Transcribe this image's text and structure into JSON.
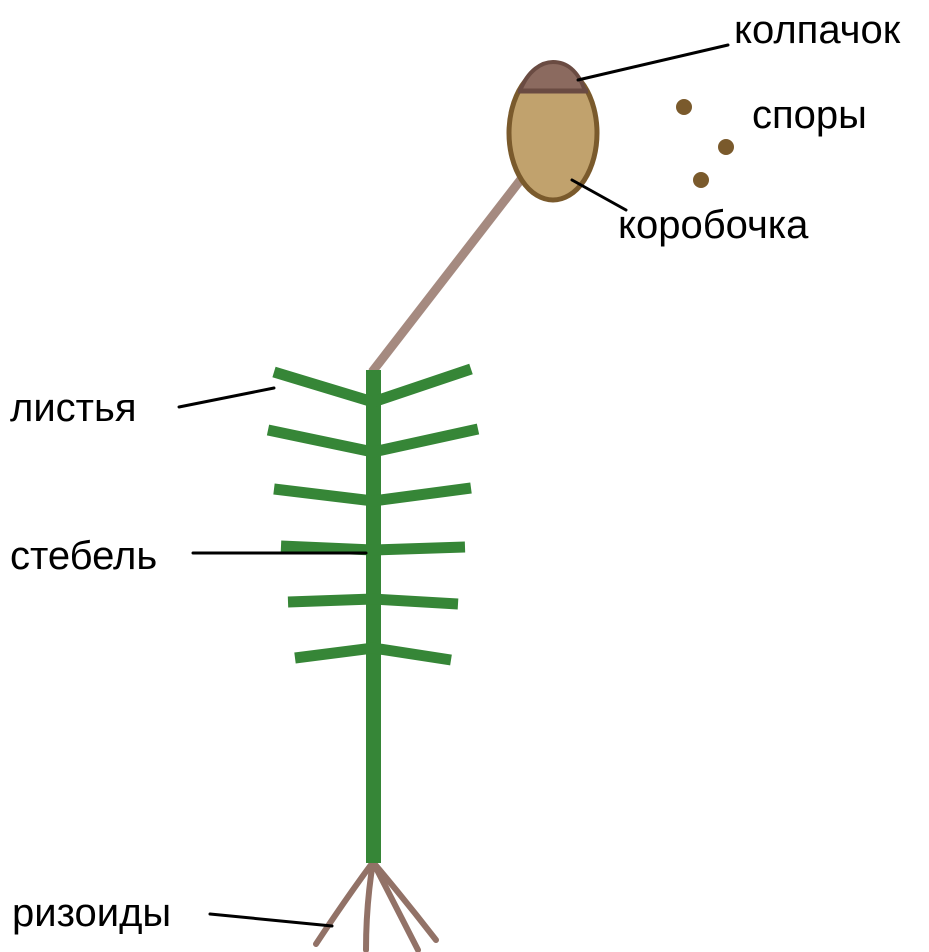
{
  "labels": {
    "cap": "колпачок",
    "spores": "споры",
    "capsule": "коробочка",
    "leaves": "листья",
    "stem": "стебель",
    "rhizoids": "ризоиды"
  },
  "colors": {
    "stem_green": "#368637",
    "seta_brown": "#a58a80",
    "rhizoid_brown": "#927267",
    "capsule_fill": "#c1a26d",
    "capsule_outline": "#7a5a2c",
    "cap_fill": "#8b6a5f",
    "cap_outline": "#6a4b42",
    "spore_color": "#7a5a2c",
    "label_text": "#000000"
  },
  "icons": {
    "plant": "moss-plant-illustration"
  }
}
